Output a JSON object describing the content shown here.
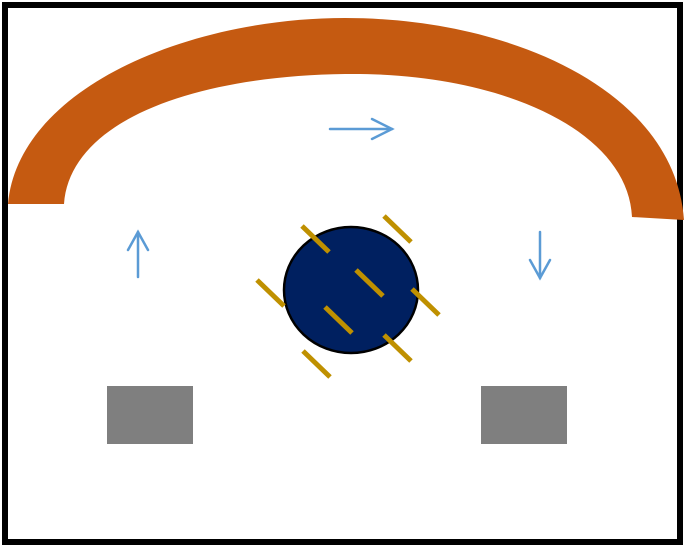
{
  "diagram": {
    "colors": {
      "background": "#ffffff",
      "frame": "#000000",
      "arch": "#c55a11",
      "arrow": "#5b9bd5",
      "ball_fill": "#002060",
      "ball_stroke": "#000000",
      "hatch": "#bf9000",
      "block": "#7f7f7f"
    },
    "arrows": [
      {
        "name": "arrow-right-icon",
        "direction": "right"
      },
      {
        "name": "arrow-up-icon",
        "direction": "up"
      },
      {
        "name": "arrow-down-icon",
        "direction": "down"
      }
    ],
    "hatch_mark_count": 8,
    "blocks": [
      "left-block",
      "right-block"
    ]
  }
}
